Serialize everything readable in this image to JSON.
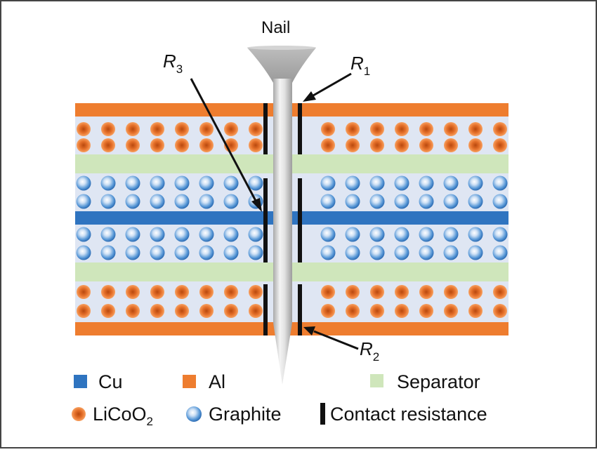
{
  "labels": {
    "nail": "Nail",
    "r1": {
      "base": "R",
      "sub": "1"
    },
    "r2": {
      "base": "R",
      "sub": "2"
    },
    "r3": {
      "base": "R",
      "sub": "3"
    }
  },
  "legend": {
    "cu": "Cu",
    "al": "Al",
    "separator": "Separator",
    "licoo2": {
      "base": "LiCoO",
      "sub": "2"
    },
    "graphite": "Graphite",
    "contact": "Contact resistance"
  },
  "colors": {
    "cu": "#2f74c0",
    "al": "#ee7d2f",
    "separator": "#cfe6bb",
    "electrolyte": "#dfe6f3",
    "contact": "#111111",
    "licoo2_particle": "#ee7d2f",
    "graphite_particle": "#5b9ad8",
    "nail": "#c9c9c9"
  }
}
